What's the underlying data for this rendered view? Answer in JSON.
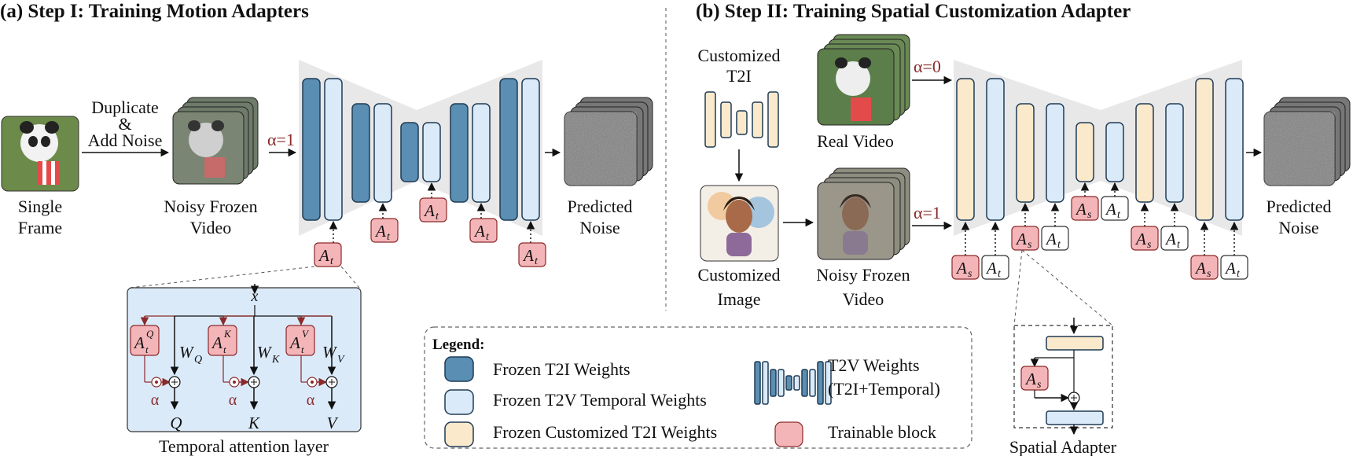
{
  "step1": {
    "title": "(a) Step I: Training Motion Adapters",
    "single_frame": [
      "Single",
      "Frame"
    ],
    "duplicate": [
      "Duplicate",
      "&",
      "Add Noise"
    ],
    "noisy_video": [
      "Noisy Frozen",
      "Video"
    ],
    "alpha": "α=1",
    "predicted": [
      "Predicted",
      "Noise"
    ],
    "adapter_label": "A",
    "adapter_sub": "t",
    "attention": {
      "caption": "Temporal attention layer",
      "input": "x",
      "weights": [
        "W",
        "W",
        "W"
      ],
      "weight_subs": [
        "Q",
        "K",
        "V"
      ],
      "outputs": [
        "Q",
        "K",
        "V"
      ],
      "adapter_sups": [
        "Q",
        "K",
        "V"
      ],
      "alpha": "α"
    }
  },
  "step2": {
    "title": "(b) Step II: Training Spatial Customization Adapter",
    "customized_t2i": [
      "Customized",
      "T2I"
    ],
    "customized_image": [
      "Customized",
      "Image"
    ],
    "real_video": "Real Video",
    "noisy_video": [
      "Noisy Frozen",
      "Video"
    ],
    "alpha0": "α=0",
    "alpha1": "α=1",
    "predicted": [
      "Predicted",
      "Noise"
    ],
    "spatial_adapter": "Spatial Adapter",
    "adapter_s": "s",
    "adapter_t": "t"
  },
  "legend": {
    "title": "Legend:",
    "items": [
      "Frozen T2I Weights",
      "Frozen T2V Temporal Weights",
      "Frozen Customized T2I Weights",
      "T2V Weights",
      "(T2I+Temporal)",
      "Trainable block"
    ]
  },
  "colors": {
    "frozen_t2i": "#5a8eb3",
    "frozen_temporal": "#dbeaf9",
    "frozen_customized": "#fbe9cc",
    "trainable": "#f4b5b9",
    "alpha_red": "#8a2a2a"
  }
}
